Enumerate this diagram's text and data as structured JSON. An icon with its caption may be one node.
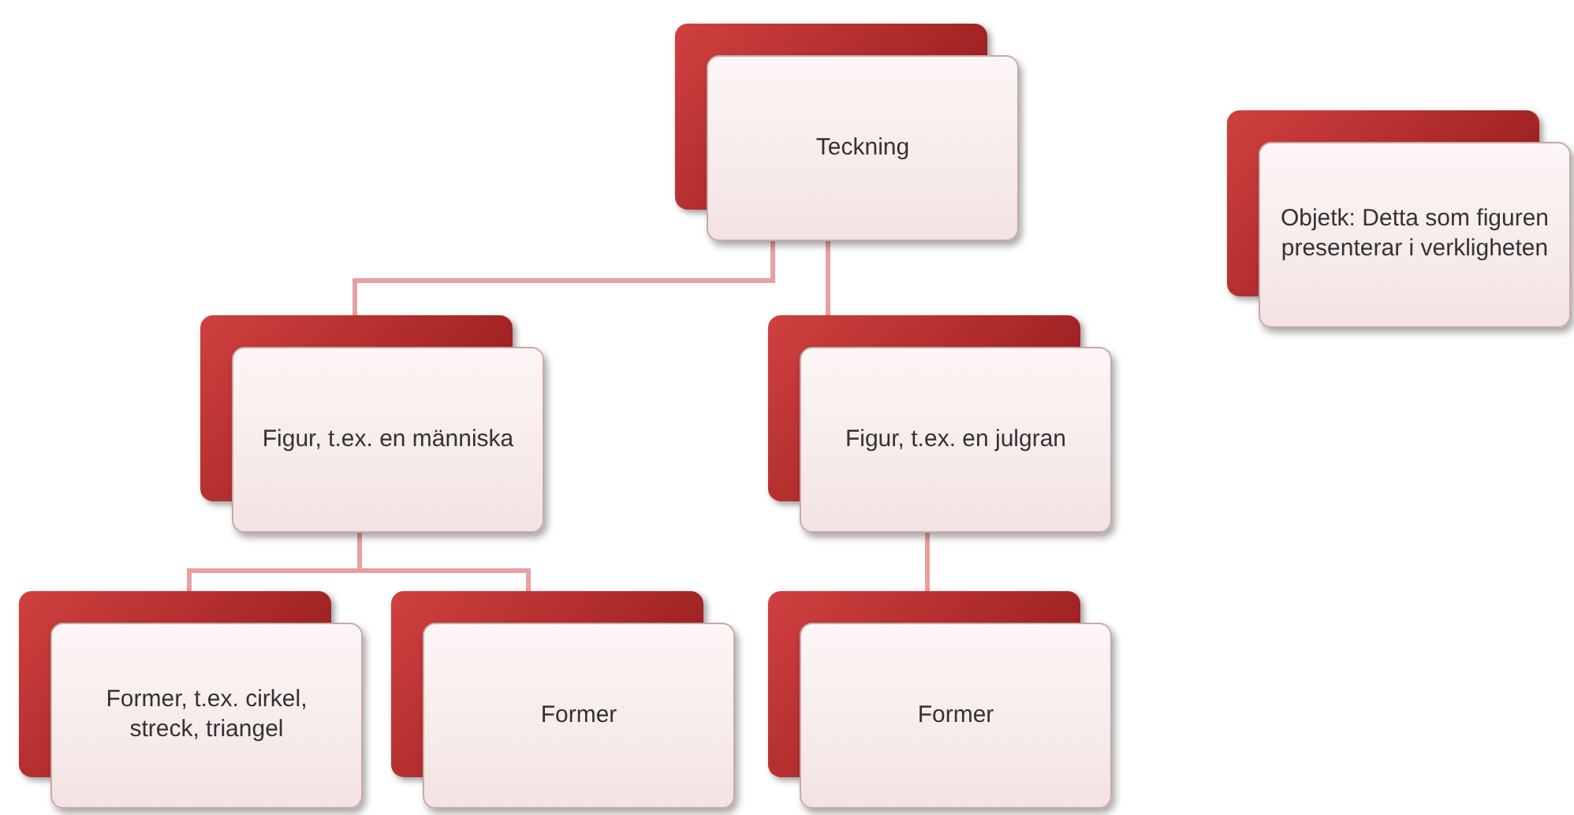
{
  "diagram": {
    "nodes": [
      {
        "text": [
          "Teckning"
        ]
      },
      {
        "text": [
          "Objetk: Detta som figuren presenterar i verkligheten"
        ]
      },
      {
        "text": [
          "Figur, t.ex. en människa"
        ]
      },
      {
        "text": [
          "Figur, t.ex. en julgran"
        ]
      },
      {
        "text": [
          "Former, t.ex. cirkel, streck, triangel"
        ]
      },
      {
        "text": [
          "Former"
        ]
      },
      {
        "text": [
          "Former"
        ]
      }
    ],
    "edges": [
      {
        "from": 0,
        "to": 2,
        "arrow": "none"
      },
      {
        "from": 0,
        "to": 3,
        "arrow": "none"
      },
      {
        "from": 2,
        "to": 4,
        "arrow": "none"
      },
      {
        "from": 2,
        "to": 5,
        "arrow": "none"
      },
      {
        "from": 3,
        "to": 6,
        "arrow": "none"
      }
    ]
  }
}
